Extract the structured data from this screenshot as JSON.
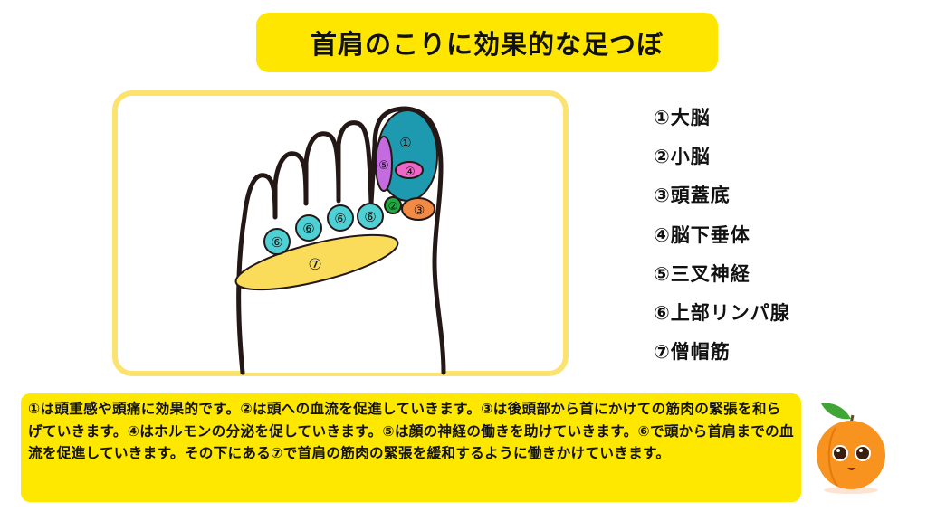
{
  "title": "首肩のこりに効果的な足つぼ",
  "diagram": {
    "points": {
      "p1": "①",
      "p2": "②",
      "p3": "③",
      "p4": "④",
      "p5": "⑤",
      "p6": "⑥",
      "p7": "⑦"
    },
    "colors": {
      "p1": "#1E9AB0",
      "p2": "#22A845",
      "p3": "#F08A45",
      "p4": "#EE66C8",
      "p5": "#C46BE0",
      "p6": "#4FD0D4",
      "p7": "#FADB5A"
    }
  },
  "legend": [
    "①大脳",
    "②小脳",
    "③頭蓋底",
    "④脳下垂体",
    "⑤三叉神経",
    "⑥上部リンパ腺",
    "⑦僧帽筋"
  ],
  "description": "①は頭重感や頭痛に効果的です。②は頭への血流を促進していきます。③は後頭部から首にかけての筋肉の緊張を和らげていきます。④はホルモンの分泌を促していきます。⑤は顔の神経の働きを助けていきます。⑥で頭から首肩までの血流を促進していきます。その下にある⑦で首肩の筋肉の緊張を緩和するように働きかけていきます。"
}
